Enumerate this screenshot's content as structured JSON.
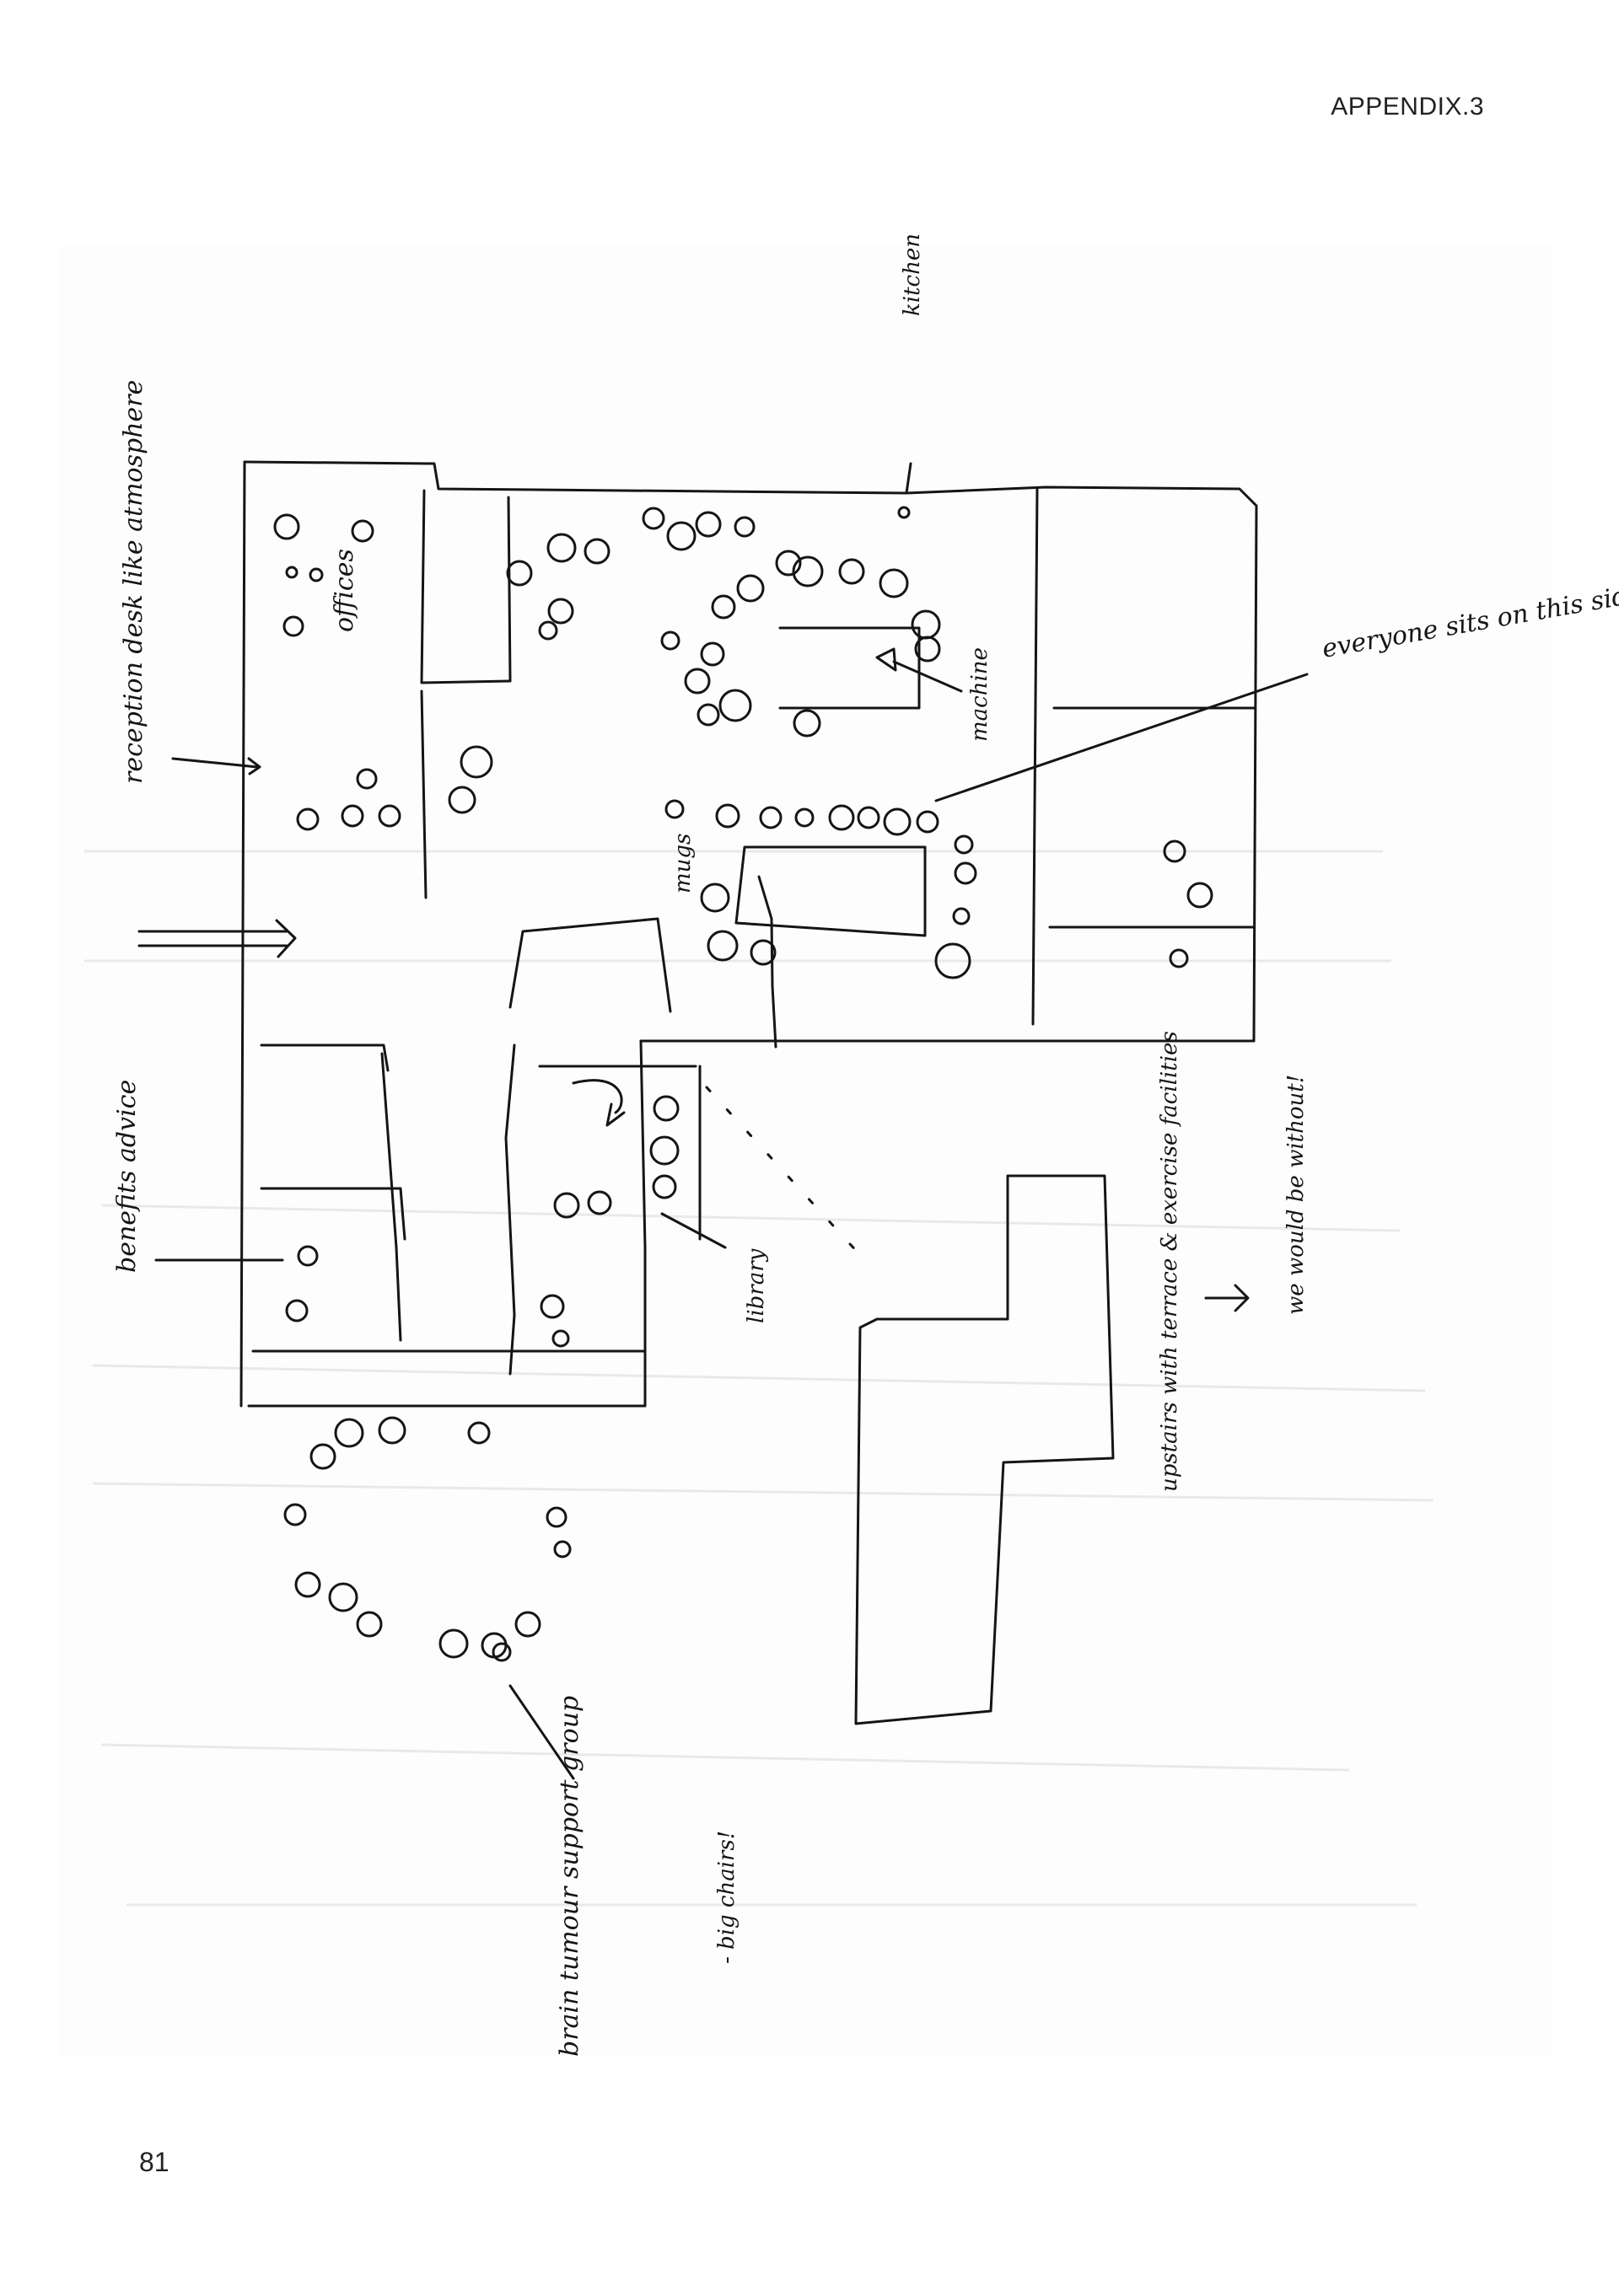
{
  "header": {
    "section": "APPENDIX.3"
  },
  "footer": {
    "page_number": "81"
  },
  "sketch": {
    "labels": {
      "reception": "reception desk like atmosphere",
      "offices": "offices",
      "kitchen": "kitchen",
      "machine": "machine",
      "everyone_sits": "everyone sits on this side",
      "mugs": "mugs",
      "benefits": "benefits advice",
      "library": "library",
      "upstairs": "upstairs with terrace & exercise facilities",
      "without": "we would be without!",
      "brain_tumour": "brain tumour support group",
      "big_chairs": "- big chairs!"
    }
  }
}
